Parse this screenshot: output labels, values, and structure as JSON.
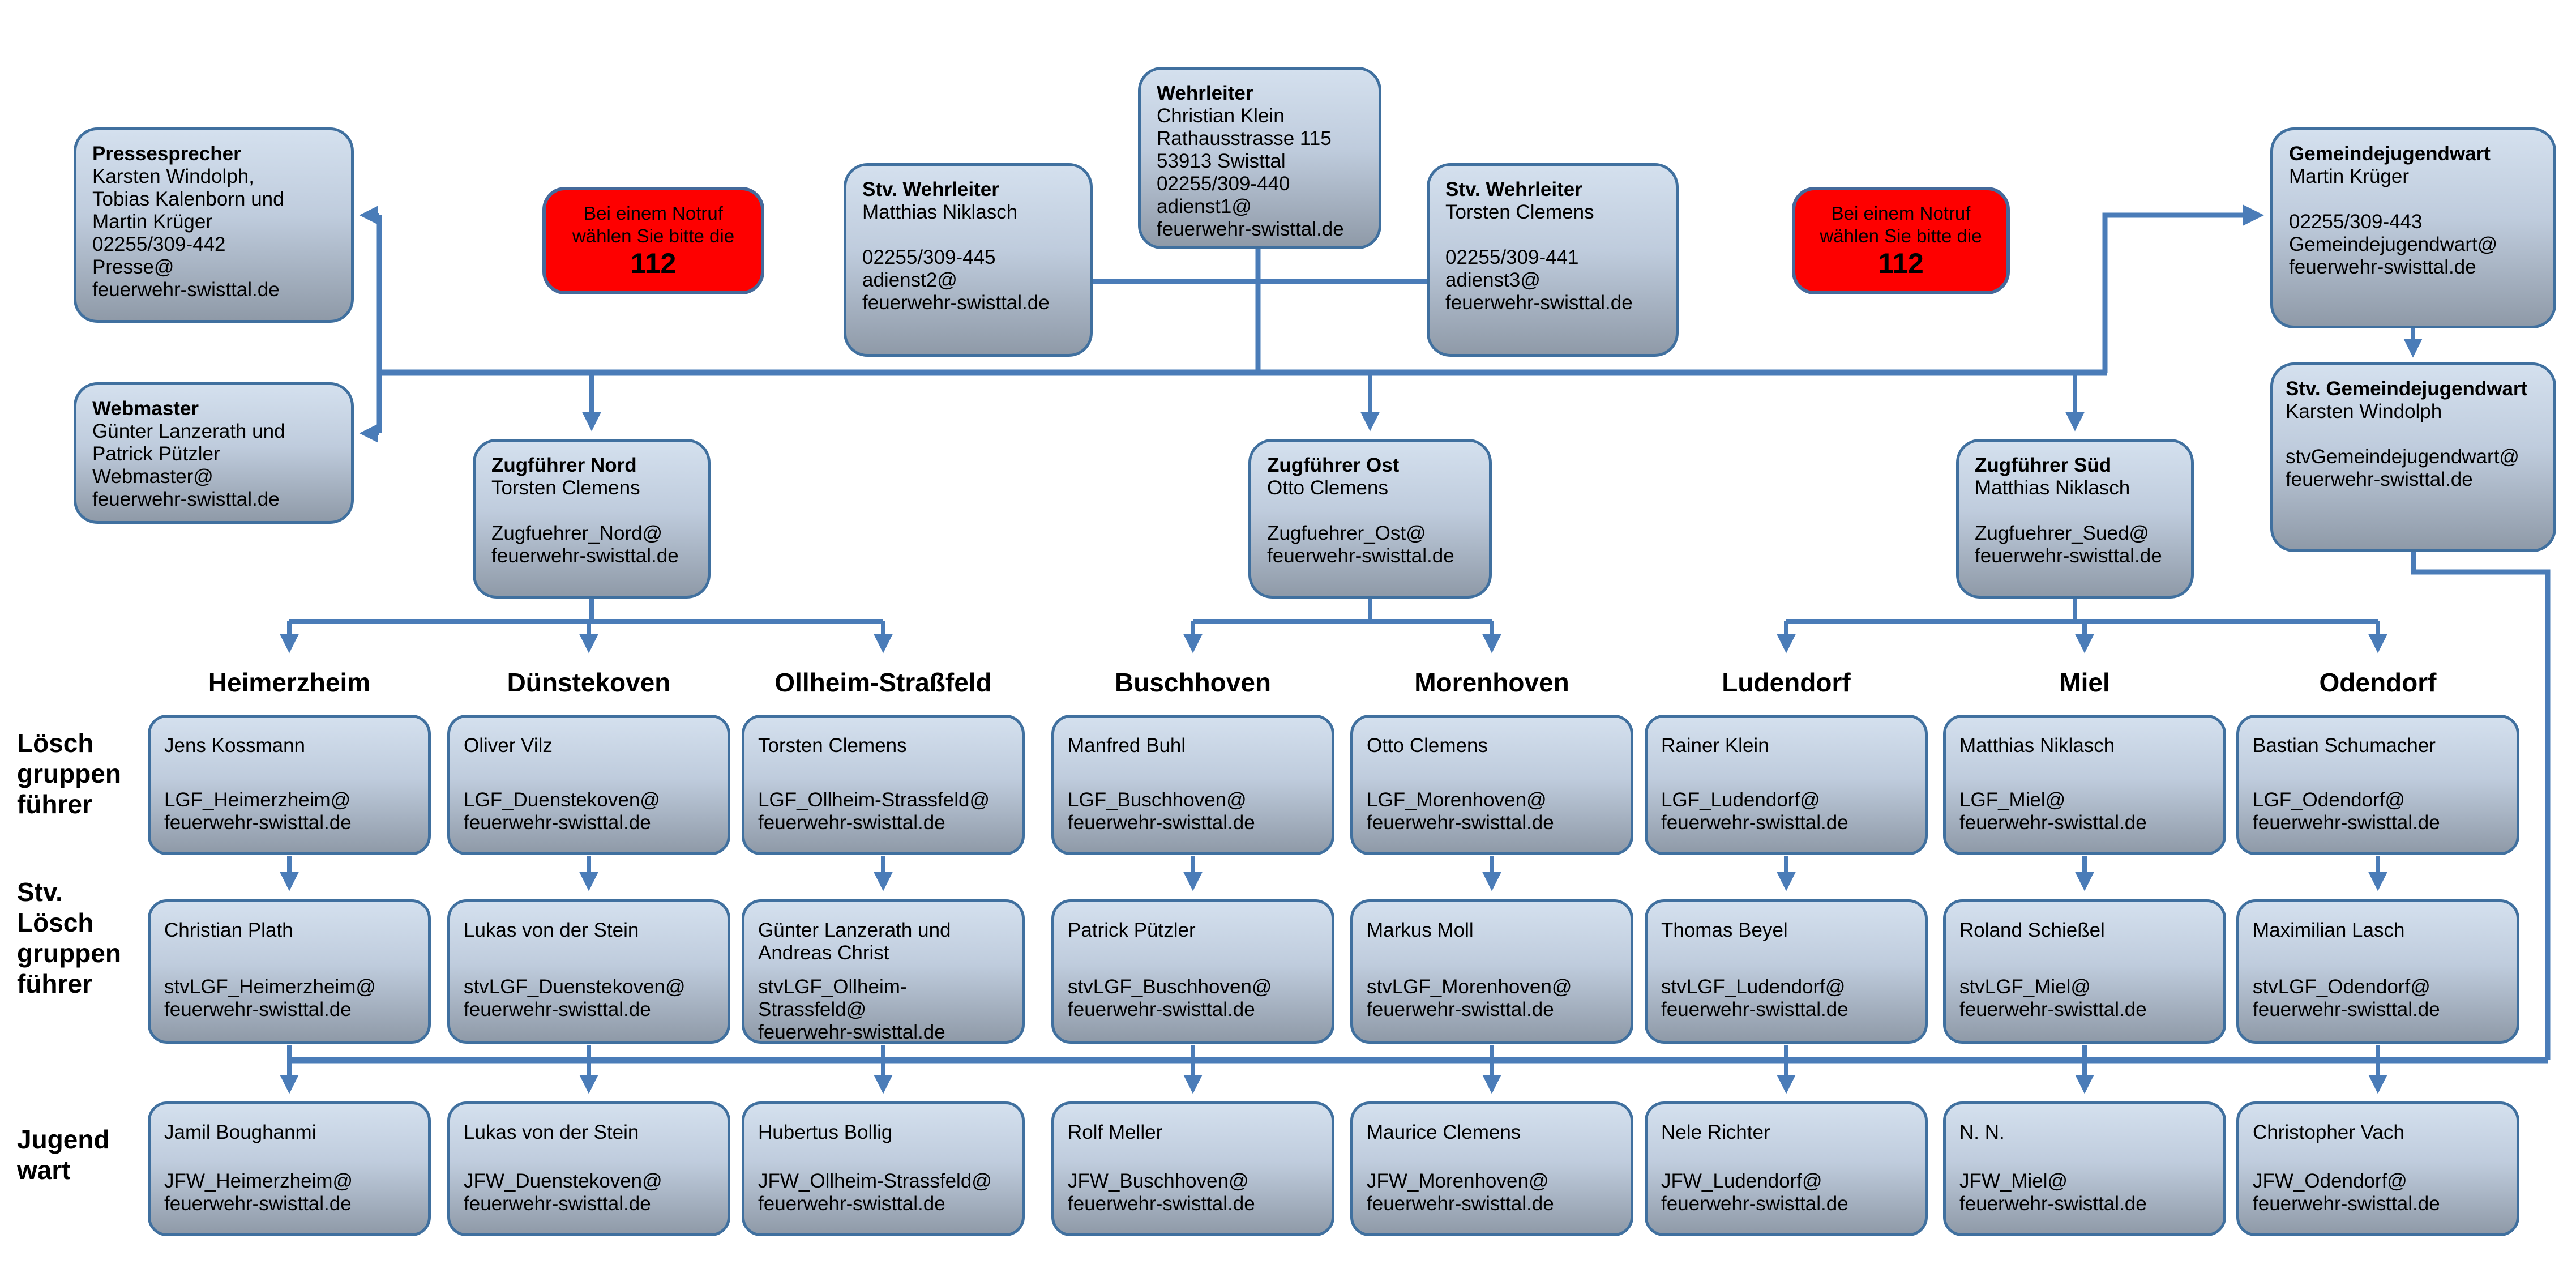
{
  "palette": {
    "line": "#4a7cb8",
    "box_border": "#40709f",
    "red_fill": "#fe0000"
  },
  "emergency": {
    "text": "Bei einem Notruf\nwählen Sie bitte die",
    "number": "112"
  },
  "leadership": {
    "wehrleiter": {
      "title": "Wehrleiter",
      "body": "Christian Klein\nRathausstrasse 115\n53913 Swisttal\n02255/309-440\nadienst1@\nfeuerwehr-swisttal.de"
    },
    "stv_wehrleiter_links": {
      "title": "Stv. Wehrleiter",
      "body": "Matthias Niklasch\n\n02255/309-445\nadienst2@\nfeuerwehr-swisttal.de"
    },
    "stv_wehrleiter_rechts": {
      "title": "Stv. Wehrleiter",
      "body": "Torsten Clemens\n\n02255/309-441\nadienst3@\nfeuerwehr-swisttal.de"
    },
    "pressesprecher": {
      "title": "Pressesprecher",
      "body": "Karsten Windolph,\nTobias Kalenborn und\nMartin Krüger\n02255/309-442\nPresse@\nfeuerwehr-swisttal.de"
    },
    "webmaster": {
      "title": "Webmaster",
      "body": "Günter Lanzerath und\nPatrick Pützler\nWebmaster@\nfeuerwehr-swisttal.de"
    },
    "gemeindejugendwart": {
      "title": "Gemeindejugendwart",
      "body": "Martin Krüger\n\n02255/309-443\nGemeindejugendwart@\nfeuerwehr-swisttal.de"
    },
    "stv_gemeindejugendwart": {
      "title": "Stv. Gemeindejugendwart",
      "body": "Karsten Windolph\n\nstvGemeindejugendwart@\nfeuerwehr-swisttal.de"
    },
    "zugfuehrer_nord": {
      "title": "Zugführer Nord",
      "body": "Torsten Clemens\n\nZugfuehrer_Nord@\nfeuerwehr-swisttal.de"
    },
    "zugfuehrer_ost": {
      "title": "Zugführer Ost",
      "body": "Otto Clemens\n\nZugfuehrer_Ost@\nfeuerwehr-swisttal.de"
    },
    "zugfuehrer_sued": {
      "title": "Zugführer Süd",
      "body": "Matthias Niklasch\n\nZugfuehrer_Sued@\nfeuerwehr-swisttal.de"
    }
  },
  "row_labels": [
    "Lösch\ngruppen\nführer",
    "Stv.\nLösch\ngruppen\nführer",
    "Jugend\nwart"
  ],
  "columns": [
    {
      "header": "Heimerzheim",
      "lgf": {
        "name": "Jens Kossmann",
        "email": "LGF_Heimerzheim@\nfeuerwehr-swisttal.de"
      },
      "stv": {
        "name": "Christian Plath",
        "email": "stvLGF_Heimerzheim@\nfeuerwehr-swisttal.de"
      },
      "jfw": {
        "name": "Jamil Boughanmi",
        "email": "JFW_Heimerzheim@\nfeuerwehr-swisttal.de"
      }
    },
    {
      "header": "Dünstekoven",
      "lgf": {
        "name": "Oliver Vilz",
        "email": "LGF_Duenstekoven@\nfeuerwehr-swisttal.de"
      },
      "stv": {
        "name": "Lukas von der Stein",
        "email": "stvLGF_Duenstekoven@\nfeuerwehr-swisttal.de"
      },
      "jfw": {
        "name": "Lukas von der Stein",
        "email": "JFW_Duenstekoven@\nfeuerwehr-swisttal.de"
      }
    },
    {
      "header": "Ollheim-Straßfeld",
      "lgf": {
        "name": "Torsten Clemens",
        "email": "LGF_Ollheim-Strassfeld@\nfeuerwehr-swisttal.de"
      },
      "stv": {
        "name": "Günter Lanzerath und\nAndreas Christ",
        "email": "stvLGF_Ollheim-Strassfeld@\nfeuerwehr-swisttal.de"
      },
      "jfw": {
        "name": "Hubertus Bollig",
        "email": "JFW_Ollheim-Strassfeld@\nfeuerwehr-swisttal.de"
      }
    },
    {
      "header": "Buschhoven",
      "lgf": {
        "name": "Manfred Buhl",
        "email": "LGF_Buschhoven@\nfeuerwehr-swisttal.de"
      },
      "stv": {
        "name": "Patrick Pützler",
        "email": "stvLGF_Buschhoven@\nfeuerwehr-swisttal.de"
      },
      "jfw": {
        "name": "Rolf Meller",
        "email": "JFW_Buschhoven@\nfeuerwehr-swisttal.de"
      }
    },
    {
      "header": "Morenhoven",
      "lgf": {
        "name": "Otto Clemens",
        "email": "LGF_Morenhoven@\nfeuerwehr-swisttal.de"
      },
      "stv": {
        "name": "Markus Moll",
        "email": "stvLGF_Morenhoven@\nfeuerwehr-swisttal.de"
      },
      "jfw": {
        "name": "Maurice Clemens",
        "email": "JFW_Morenhoven@\nfeuerwehr-swisttal.de"
      }
    },
    {
      "header": "Ludendorf",
      "lgf": {
        "name": "Rainer Klein",
        "email": "LGF_Ludendorf@\nfeuerwehr-swisttal.de"
      },
      "stv": {
        "name": "Thomas Beyel",
        "email": "stvLGF_Ludendorf@\nfeuerwehr-swisttal.de"
      },
      "jfw": {
        "name": "Nele Richter",
        "email": "JFW_Ludendorf@\nfeuerwehr-swisttal.de"
      }
    },
    {
      "header": "Miel",
      "lgf": {
        "name": "Matthias Niklasch",
        "email": "LGF_Miel@\nfeuerwehr-swisttal.de"
      },
      "stv": {
        "name": "Roland Schießel",
        "email": "stvLGF_Miel@\nfeuerwehr-swisttal.de"
      },
      "jfw": {
        "name": "N. N.",
        "email": "JFW_Miel@\nfeuerwehr-swisttal.de"
      }
    },
    {
      "header": "Odendorf",
      "lgf": {
        "name": "Bastian Schumacher",
        "email": "LGF_Odendorf@\nfeuerwehr-swisttal.de"
      },
      "stv": {
        "name": "Maximilian Lasch",
        "email": "stvLGF_Odendorf@\nfeuerwehr-swisttal.de"
      },
      "jfw": {
        "name": "Christopher Vach",
        "email": "JFW_Odendorf@\nfeuerwehr-swisttal.de"
      }
    }
  ]
}
